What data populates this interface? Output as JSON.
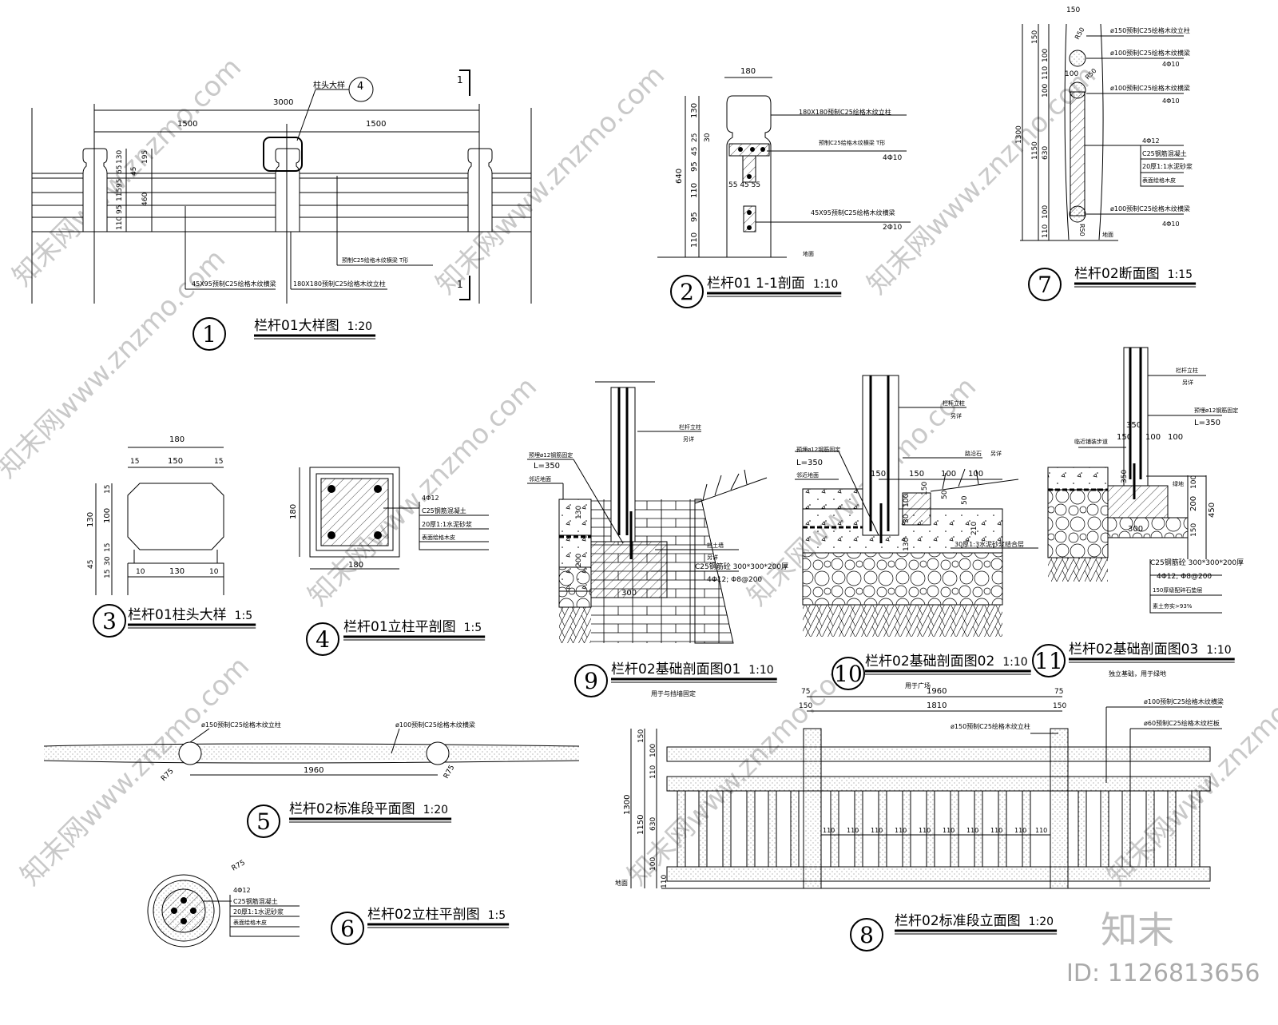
{
  "details": [
    {
      "num": "1",
      "title": "栏杆01大样图",
      "scale": "1:20"
    },
    {
      "num": "2",
      "title": "栏杆01  1-1剖面",
      "scale": "1:10"
    },
    {
      "num": "3",
      "title": "栏杆01柱头大样",
      "scale": "1:5"
    },
    {
      "num": "4",
      "title": "栏杆01立柱平剖图",
      "scale": "1:5"
    },
    {
      "num": "5",
      "title": "栏杆02标准段平面图",
      "scale": "1:20"
    },
    {
      "num": "6",
      "title": "栏杆02立柱平剖图",
      "scale": "1:5"
    },
    {
      "num": "7",
      "title": "栏杆02断面图",
      "scale": "1:15"
    },
    {
      "num": "8",
      "title": "栏杆02标准段立面图",
      "scale": "1:20"
    },
    {
      "num": "9",
      "title": "栏杆02基础剖面图01",
      "scale": "1:10",
      "note": "用于与挡墙固定"
    },
    {
      "num": "10",
      "title": "栏杆02基础剖面图02",
      "scale": "1:10",
      "note": "用于广场"
    },
    {
      "num": "11",
      "title": "栏杆02基础剖面图03",
      "scale": "1:10",
      "note": "独立基础，用于绿地"
    }
  ],
  "d1": {
    "head_ref": "柱头大样",
    "ref_num": "4",
    "total": "3000",
    "half_a": "1500",
    "half_b": "1500",
    "beam": "45X95预制C25绘格木纹横梁",
    "post": "180X180预制C25绘格木纹立柱",
    "tbeam": "预制C25绘格木纹横梁 T形",
    "sec": "1",
    "dims": [
      "130",
      "65",
      "45",
      "95",
      "115",
      "95",
      "110",
      "195",
      "460"
    ]
  },
  "d2": {
    "width": "180",
    "post": "180X180预制C25绘格木纹立柱",
    "tbeam": "预制C25绘格木纹横梁 T形",
    "tbar": "4Φ10",
    "beam": "45X95预制C25绘格木纹横梁",
    "bbar": "2Φ10",
    "ground": "地面",
    "total": "640",
    "dims": [
      "130",
      "25",
      "45",
      "95",
      "110",
      "95",
      "110",
      "30"
    ],
    "sub": "55 45 55"
  },
  "d3": {
    "w": "180",
    "inner": "150",
    "e1": "15",
    "e2": "15",
    "bw": "130",
    "b1": "10",
    "b2": "10",
    "dims": [
      "130",
      "15",
      "100",
      "15",
      "30",
      "15",
      "45"
    ]
  },
  "d4": {
    "w": "180",
    "h": "180",
    "layers": [
      "4Φ12",
      "C25钢筋混凝土",
      "20厚1:1水泥砂浆",
      "表面绘格木皮"
    ]
  },
  "d5": {
    "post": "ø150预制C25绘格木纹立柱",
    "rail": "ø100预制C25绘格木纹横梁",
    "span": "1960",
    "r1": "R75",
    "r2": "R75"
  },
  "d6": {
    "r": "R75",
    "layers": [
      "4Φ12",
      "C25钢筋混凝土",
      "20厚1:1水泥砂浆",
      "表面绘格木皮"
    ]
  },
  "d7": {
    "w": "150",
    "post": "ø150预制C25绘格木纹立柱",
    "rail1": "ø100预制C25绘格木纹横梁",
    "bar1": "4Φ10",
    "rail2": "ø100预制C25绘格木纹横梁",
    "bar2": "4Φ10",
    "rail3": "ø100预制C25绘格木纹横梁",
    "bar3": "4Φ10",
    "layers": [
      "4Φ12",
      "C25钢筋混凝土",
      "20厚1:1水泥砂浆",
      "表面绘格木皮"
    ],
    "ground": "地面",
    "d100": "100",
    "r50a": "R50",
    "r50b": "R50",
    "r50c": "R50",
    "dims": [
      "1300",
      "150",
      "1150",
      "100",
      "110",
      "100",
      "630",
      "100",
      "110"
    ]
  },
  "d8": {
    "post": "ø150预制C25绘格木纹立柱",
    "rail": "ø100预制C25绘格木纹横梁",
    "baluster": "ø60预制C25绘格木纹栏板",
    "span": "1960",
    "clear": "1810",
    "a": "75",
    "b": "75",
    "c": "150",
    "d": "150",
    "ground": "地面",
    "spacing": "110",
    "dims": [
      "1300",
      "150",
      "1150",
      "100",
      "110",
      "630",
      "100",
      "110"
    ]
  },
  "d9": {
    "post": "栏杆立柱",
    "see": "另详",
    "anchor": "预埋ø12钢筋固定",
    "len": "L=350",
    "near": "邻近地面",
    "wall": "挡土墙",
    "see2": "另详",
    "found": "C25钢筋砼 300*300*200厚",
    "rebar": "4Φ12; Φ8@200",
    "w": "300",
    "h1": "130",
    "h2": "200"
  },
  "d10": {
    "post": "栏杆立柱",
    "see": "另详",
    "anchor": "预埋ø12钢筋固定",
    "len": "L=350",
    "near": "邻近地面",
    "curb": "路沿石",
    "see2": "另详",
    "mortar": "30厚1:3水泥砂浆结合层",
    "dims": [
      "150",
      "150",
      "100",
      "100",
      "100",
      "50",
      "30",
      "130",
      "210",
      "150",
      "50"
    ]
  },
  "d11": {
    "post": "栏杆立柱",
    "see": "另详",
    "anchor": "预埋ø12钢筋固定",
    "len": "L=350",
    "walk": "临近铺装步道",
    "green": "绿地",
    "found": "C25钢筋砼 300*300*200厚",
    "rebar": "4Φ12; Φ8@200",
    "base": "150厚级配碎石垫层",
    "soil": "素土夯实>93%",
    "dims": [
      "350",
      "150",
      "100",
      "100",
      "350",
      "100",
      "200",
      "450",
      "150",
      "300"
    ]
  },
  "watermark": {
    "brand": "知末",
    "id": "ID: 1126813656",
    "site": "知末网www.znzmo.com"
  }
}
